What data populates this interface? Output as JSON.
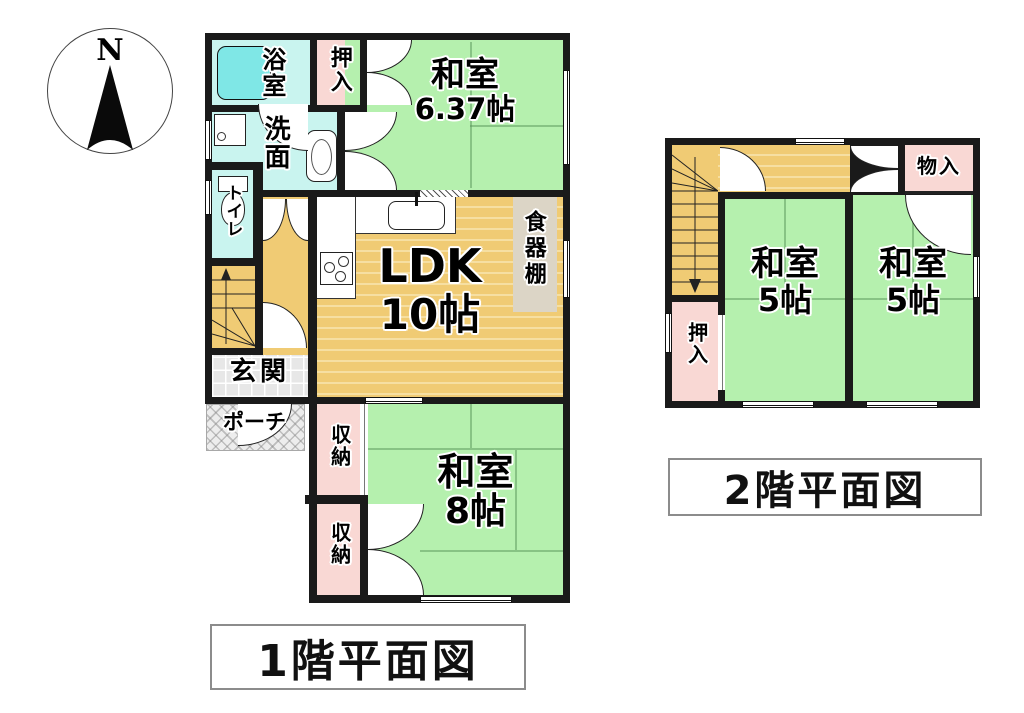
{
  "compass": {
    "label": "N"
  },
  "floor1": {
    "title": "1階平面図",
    "rooms": {
      "bath": {
        "label": "浴室"
      },
      "oshiire": {
        "label": "押入"
      },
      "washitsu637": {
        "label": "和室",
        "size": "6.37帖"
      },
      "senmen": {
        "label": "洗面"
      },
      "toilet": {
        "label": "トイレ"
      },
      "ldk": {
        "label": "LDK",
        "size": "10帖"
      },
      "cupboard": {
        "label": "食器棚"
      },
      "genkan": {
        "label": "玄関"
      },
      "porch": {
        "label": "ポーチ"
      },
      "storage_upper": {
        "label": "収納"
      },
      "storage_lower": {
        "label": "収納"
      },
      "washitsu8": {
        "label": "和室",
        "size": "8帖"
      }
    }
  },
  "floor2": {
    "title": "2階平面図",
    "rooms": {
      "monoire": {
        "label": "物入"
      },
      "washitsu5_left": {
        "label": "和室",
        "size": "5帖"
      },
      "washitsu5_right": {
        "label": "和室",
        "size": "5帖"
      },
      "oshiire": {
        "label": "押入"
      }
    }
  },
  "colors": {
    "wall": "#1a1a1a",
    "tatami_green": "#b5f0ae",
    "wood_tan": "#f0cb74",
    "water_cyan": "#c9f4ef",
    "closet_pink": "#f9d8d4",
    "cupboard_beige": "#dcd5c6",
    "tile_gray": "#e7e7e7"
  }
}
